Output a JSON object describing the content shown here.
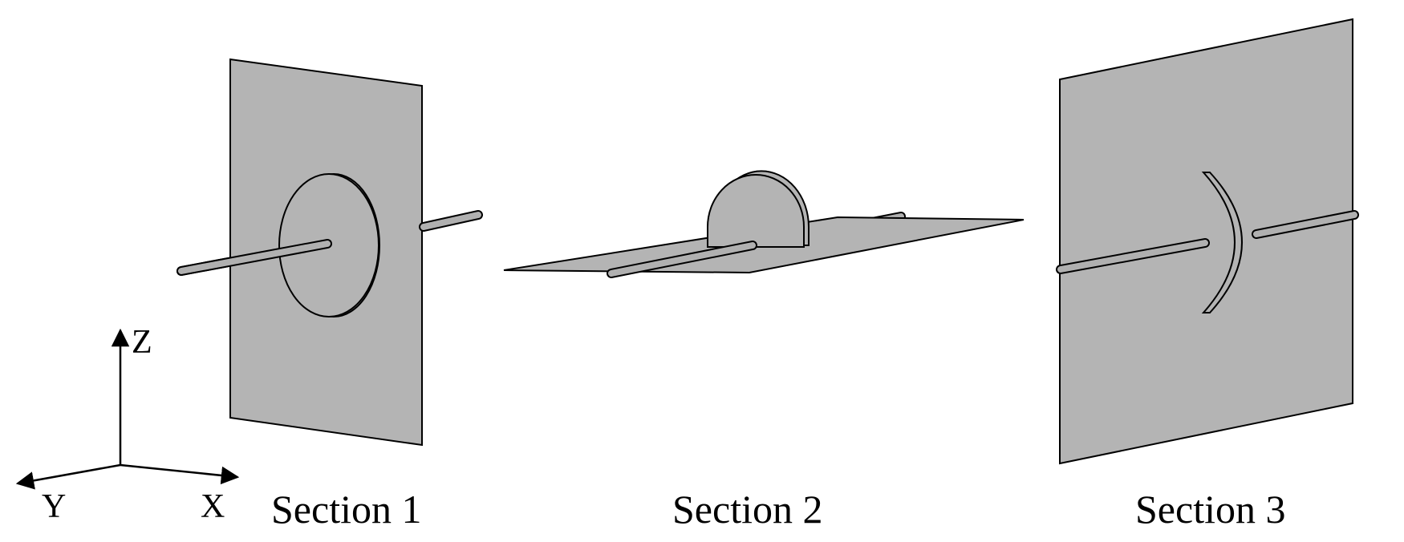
{
  "axes": {
    "z_label": "Z",
    "y_label": "Y",
    "x_label": "X"
  },
  "sections": [
    {
      "label": "Section 1"
    },
    {
      "label": "Section 2"
    },
    {
      "label": "Section 3"
    }
  ],
  "colors": {
    "plane_fill": "#b4b4b4",
    "disk_fill": "#b4b4b4",
    "rod_fill": "#b0b0b0",
    "stroke": "#000000",
    "background": "#ffffff"
  }
}
